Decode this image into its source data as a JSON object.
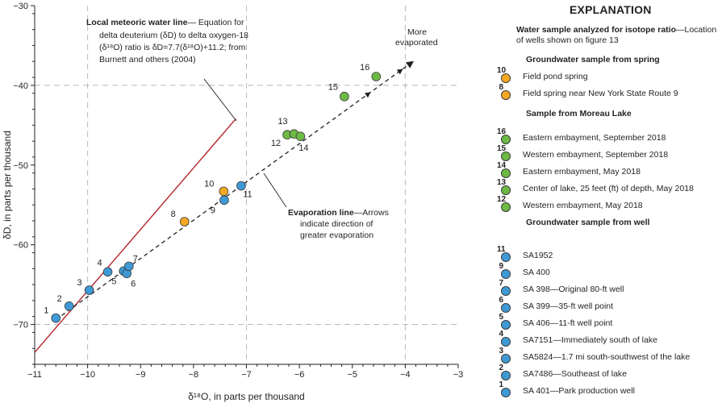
{
  "chart_data": {
    "type": "scatter",
    "xlabel": "δ¹⁸O, in parts per thousand",
    "ylabel": "δD, in parts per thousand",
    "xlim": [
      -11,
      -3
    ],
    "ylim": [
      -75,
      -30
    ],
    "x_ticks": [
      "−11",
      "−10",
      "−9",
      "−8",
      "−7",
      "−6",
      "−5",
      "−4",
      "−3"
    ],
    "y_ticks": [
      "−70",
      "−60",
      "−50",
      "−40",
      "−30"
    ],
    "grid": "dashed gridlines at x = −10, −7, −4 and y = −70, −40",
    "colors": {
      "spring": "#f7a823",
      "lake": "#6cb944",
      "well": "#3e9ad6",
      "meteoric_line": "#b5242b"
    },
    "points": [
      {
        "label": "1",
        "x": -10.6,
        "y": -69.2,
        "group": "well"
      },
      {
        "label": "2",
        "x": -10.35,
        "y": -67.7,
        "group": "well"
      },
      {
        "label": "3",
        "x": -9.97,
        "y": -65.7,
        "group": "well"
      },
      {
        "label": "4",
        "x": -9.62,
        "y": -63.4,
        "group": "well"
      },
      {
        "label": "5",
        "x": -9.32,
        "y": -63.3,
        "group": "well"
      },
      {
        "label": "6",
        "x": -9.26,
        "y": -63.6,
        "group": "well"
      },
      {
        "label": "7",
        "x": -9.22,
        "y": -62.7,
        "group": "well"
      },
      {
        "label": "8",
        "x": -8.17,
        "y": -57.1,
        "group": "spring"
      },
      {
        "label": "9",
        "x": -7.42,
        "y": -54.4,
        "group": "well"
      },
      {
        "label": "10",
        "x": -7.43,
        "y": -53.3,
        "group": "spring"
      },
      {
        "label": "11",
        "x": -7.1,
        "y": -52.6,
        "group": "well"
      },
      {
        "label": "12",
        "x": -6.23,
        "y": -46.2,
        "group": "lake"
      },
      {
        "label": "13",
        "x": -6.1,
        "y": -46.1,
        "group": "lake"
      },
      {
        "label": "14",
        "x": -5.98,
        "y": -46.4,
        "group": "lake"
      },
      {
        "label": "15",
        "x": -5.15,
        "y": -41.4,
        "group": "lake"
      },
      {
        "label": "16",
        "x": -4.55,
        "y": -38.9,
        "group": "lake"
      }
    ],
    "meteoric_line": {
      "x": [
        -11,
        -7.2
      ],
      "y": [
        -73.5,
        -44.2
      ]
    },
    "evaporation_line": {
      "x": [
        -10.6,
        -3.85
      ],
      "y": [
        -69.4,
        -37.0
      ]
    },
    "annotations": {
      "meteoric_title": "Local meteoric water line",
      "meteoric_lines": [
        "— Equation for",
        "delta deuterium (δD) to delta oxygen-18",
        "(δ¹⁸O) ratio is δD=7.7(δ¹⁸O)+11.2; from",
        "Burnett and others (2004)"
      ],
      "evap_title": "Evaporation line",
      "evap_lines": [
        "—Arrows",
        "indicate direction of",
        "greater evaporation"
      ],
      "more_evaporated": [
        "More",
        "evaporated"
      ]
    }
  },
  "legend": {
    "title": "EXPLANATION",
    "desc_bold": "Water sample analyzed for isotope ratio",
    "desc_rest": "—Location of wells shown on figure 13",
    "groups": [
      {
        "heading": "Groundwater sample from spring",
        "color": "#f7a823",
        "items": [
          {
            "num": "10",
            "label": "Field pond spring"
          },
          {
            "num": "8",
            "label": "Field spring near New York State Route 9"
          }
        ]
      },
      {
        "heading": "Sample from Moreau Lake",
        "color": "#6cb944",
        "items": [
          {
            "num": "16",
            "label": "Eastern embayment, September 2018"
          },
          {
            "num": "15",
            "label": "Western embayment, September 2018"
          },
          {
            "num": "14",
            "label": "Eastern embayment, May 2018"
          },
          {
            "num": "13",
            "label": "Center of lake, 25 feet (ft) of depth, May 2018"
          },
          {
            "num": "12",
            "label": "Western embayment, May 2018"
          }
        ]
      },
      {
        "heading": "Groundwater sample from well",
        "color": "#3e9ad6",
        "items": [
          {
            "num": "11",
            "label": "SA1952"
          },
          {
            "num": "9",
            "label": "SA 400"
          },
          {
            "num": "7",
            "label": "SA 398—Original 80-ft well"
          },
          {
            "num": "6",
            "label": "SA 399—35-ft well point"
          },
          {
            "num": "5",
            "label": "SA 406—11-ft well point"
          },
          {
            "num": "4",
            "label": "SA7151—Immediately south of lake"
          },
          {
            "num": "3",
            "label": "SA5824—1.7 mi south-southwest of the lake"
          },
          {
            "num": "2",
            "label": "SA7486—Southeast of lake"
          },
          {
            "num": "1",
            "label": "SA 401—Park production well"
          }
        ]
      }
    ]
  }
}
